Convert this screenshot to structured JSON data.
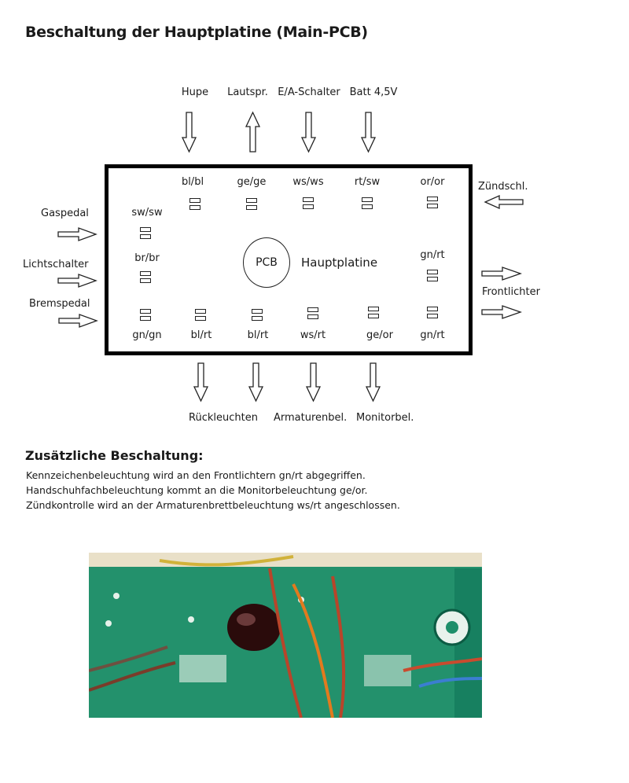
{
  "title": "Beschaltung der Hauptplatine (Main-PCB)",
  "top_inputs": [
    {
      "label": "Hupe",
      "direction": "down"
    },
    {
      "label": "Lautspr.",
      "direction": "up"
    },
    {
      "label": "E/A-Schalter",
      "direction": "down"
    },
    {
      "label": "Batt 4,5V",
      "direction": "down"
    }
  ],
  "left_inputs": [
    "Gaspedal",
    "Lichtschalter",
    "Bremspedal"
  ],
  "right_side": {
    "ignition": "Zündschl.",
    "front_lights": "Frontlichter"
  },
  "bottom_outputs": [
    "Rückleuchten",
    "Armaturenbel.",
    "Monitorbel."
  ],
  "board": {
    "circle_label": "PCB",
    "name": "Hauptplatine",
    "top_connectors": [
      "bl/bl",
      "ge/ge",
      "ws/ws",
      "rt/sw",
      "or/or"
    ],
    "left_connectors": [
      "sw/sw",
      "br/br"
    ],
    "right_connector": "gn/rt",
    "bottom_connectors": [
      "gn/gn",
      "bl/rt",
      "bl/rt",
      "ws/rt",
      "ge/or",
      "gn/rt"
    ]
  },
  "additional": {
    "heading": "Zusätzliche Beschaltung:",
    "lines": [
      "Kennzeichenbeleuchtung wird an den Frontlichtern gn/rt abgegriffen.",
      "Handschuhfachbeleuchtung kommt an die Monitorbeleuchtung ge/or.",
      "Zündkontrolle wird an der Armaturenbrettbeleuchtung ws/rt angeschlossen."
    ]
  }
}
